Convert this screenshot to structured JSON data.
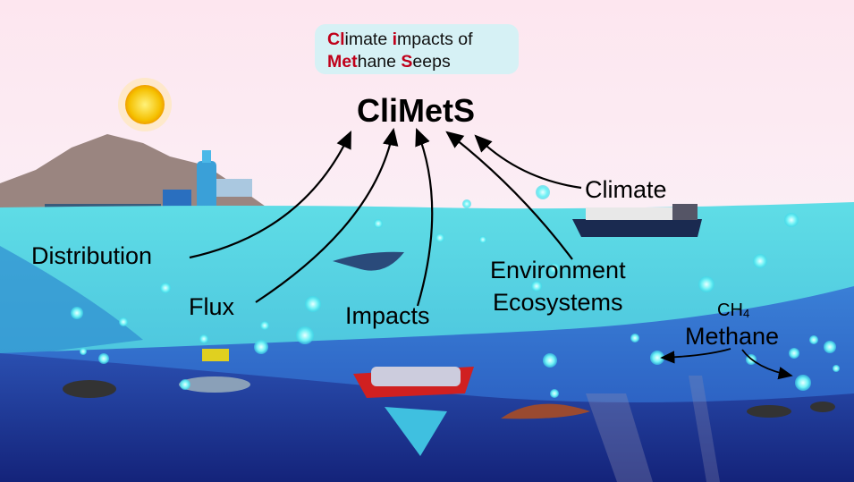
{
  "subtitle": {
    "line1": [
      {
        "t": "Cl",
        "hl": true
      },
      {
        "t": "imate ",
        "hl": false
      },
      {
        "t": "i",
        "hl": true
      },
      {
        "t": "mpacts of",
        "hl": false
      }
    ],
    "line2": [
      {
        "t": "Met",
        "hl": true
      },
      {
        "t": "hane ",
        "hl": false
      },
      {
        "t": "S",
        "hl": true
      },
      {
        "t": "eeps",
        "hl": false
      }
    ]
  },
  "title": "CliMetS",
  "labels": {
    "distribution": "Distribution",
    "flux": "Flux",
    "impacts": "Impacts",
    "environment": "Environment",
    "ecosystems": "Ecosystems",
    "climate": "Climate",
    "ch4": "CH",
    "ch4_sub": "4",
    "methane": "Methane"
  },
  "colors": {
    "highlight": "#c0001a",
    "sky": "#fde8f0",
    "water": "#4fd0e0",
    "deep": "#1e3aa0"
  }
}
